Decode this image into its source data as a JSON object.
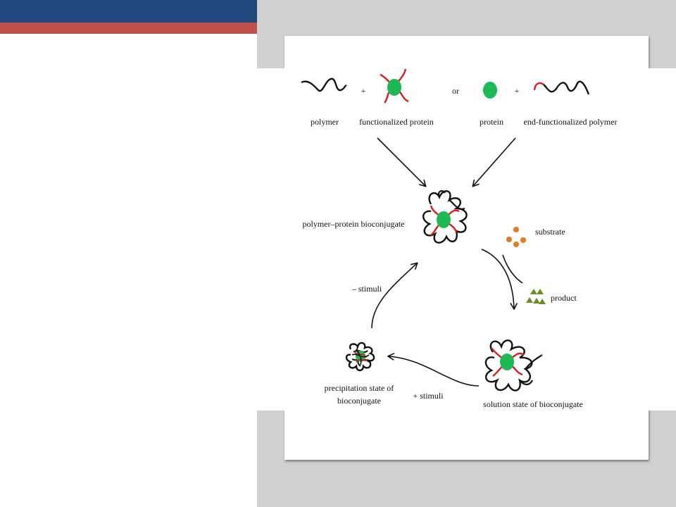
{
  "colors": {
    "header_blue": "#1f497d",
    "header_red": "#c0504d",
    "panel_grey": "#d0d0d0",
    "protein_green": "#1db954",
    "polymer_black": "#111111",
    "polymer_red": "#e01a1a",
    "substrate_orange": "#e07b1f",
    "product_green": "#6b8e23"
  },
  "diagram": {
    "top_row": {
      "polymer": "polymer",
      "plus1": "+",
      "functionalized_protein": "functionalized protein",
      "or": "or",
      "protein": "protein",
      "plus2": "+",
      "end_functionalized_polymer": "end-functionalized polymer"
    },
    "bioconjugate": "polymer–protein bioconjugate",
    "substrate": "substrate",
    "product": "product",
    "minus_stimuli": "– stimuli",
    "plus_stimuli": "+ stimuli",
    "precipitation_line1": "precipitation state of",
    "precipitation_line2": "bioconjugate",
    "solution_state": "solution state of bioconjugate"
  }
}
